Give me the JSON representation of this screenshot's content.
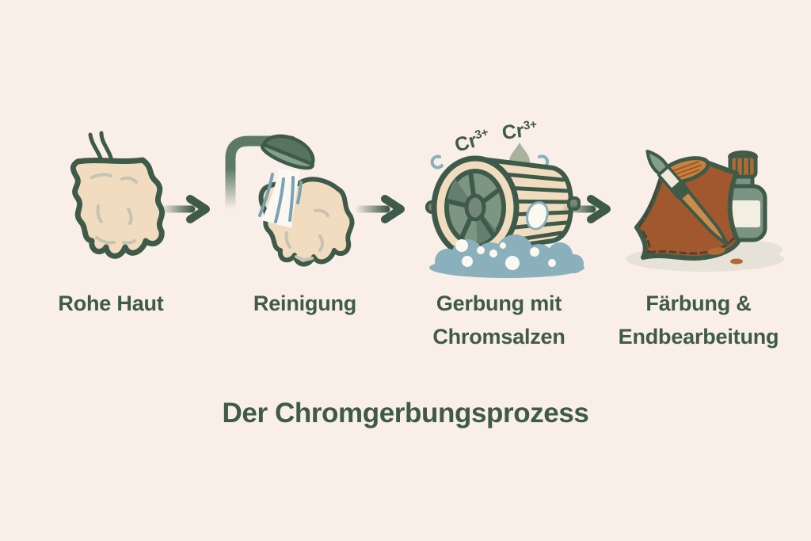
{
  "title": "Der Chromgerbungsprozess",
  "steps": [
    {
      "name": "rohe-haut",
      "lines": [
        "Rohe Haut"
      ]
    },
    {
      "name": "reinigung",
      "lines": [
        "Reinigung"
      ]
    },
    {
      "name": "gerbung",
      "lines": [
        "Gerbung mit",
        "Chromsalzen"
      ]
    },
    {
      "name": "faerbung",
      "lines": [
        "Färbung &",
        "Endbearbeitung"
      ]
    }
  ],
  "chem": {
    "base": "Cr",
    "sup": "3+"
  },
  "colors": {
    "ink": "#3e5a49",
    "bg": "#f9efe8",
    "hide": "#f2dcc0",
    "wrinkle": "#c6c3b3",
    "sage": "#7d9684",
    "sage-dark": "#567460",
    "sage-light": "#84a08a",
    "pipe": "#5d7b64",
    "water": "#8ab0bc",
    "stream": "#79a3b0",
    "bubble": "#fbf8f1",
    "droplet": "#a9b29c",
    "axle": "#74887a",
    "leather": "#a2582e",
    "opening": "#c8813e",
    "wood": "#cd8a4a",
    "cap": "#b06b35",
    "bottle": "#7b9383",
    "paper": "#f2eee1",
    "shadow": "#e7e2d7",
    "stitch": "#4a4430",
    "wedge": "#62806d",
    "ivory": "#eee9db"
  }
}
